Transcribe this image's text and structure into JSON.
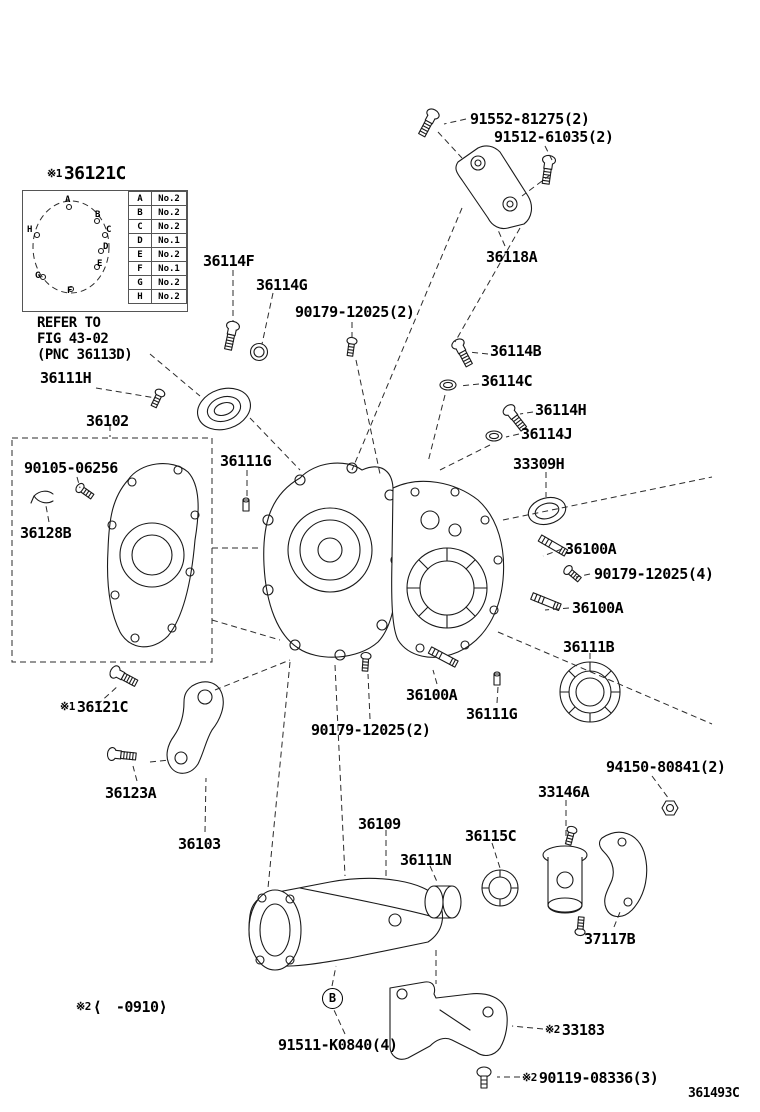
{
  "diagram": {
    "doc_code": "361493C",
    "note1_marker": "※1",
    "note2_marker": "※2",
    "applicability": "⟨　-0910⟩",
    "callout_b": "B"
  },
  "labels": {
    "p91552": "91552-81275(2)",
    "p91512": "91512-61035(2)",
    "p36121c": "36121C",
    "p36114f": "36114F",
    "p36114g": "36114G",
    "p90179_2": "90179-12025(2)",
    "p36118a": "36118A",
    "refer1": "REFER TO",
    "refer2": "FIG 43-02",
    "refer3": "(PNC 36113D)",
    "p36111h": "36111H",
    "p36102": "36102",
    "p36114b": "36114B",
    "p36114c": "36114C",
    "p36114h": "36114H",
    "p36114j": "36114J",
    "p33309h": "33309H",
    "p36111g": "36111G",
    "p90105": "90105-06256",
    "p36128b": "36128B",
    "p36100a": "36100A",
    "p90179_4": "90179-12025(4)",
    "p36111b": "36111B",
    "p36123a": "36123A",
    "p94150": "94150-80841(2)",
    "p33146a": "33146A",
    "p36109": "36109",
    "p36115c": "36115C",
    "p36111n": "36111N",
    "p36103": "36103",
    "p37117b": "37117B",
    "p91511": "91511-K0840(4)",
    "p33183": "33183",
    "p90119": "90119-08336(3)"
  },
  "bolt_table": {
    "rows": [
      {
        "key": "A",
        "no": "No.2"
      },
      {
        "key": "B",
        "no": "No.2"
      },
      {
        "key": "C",
        "no": "No.2"
      },
      {
        "key": "D",
        "no": "No.1"
      },
      {
        "key": "E",
        "no": "No.2"
      },
      {
        "key": "F",
        "no": "No.1"
      },
      {
        "key": "G",
        "no": "No.2"
      },
      {
        "key": "H",
        "no": "No.2"
      }
    ]
  }
}
